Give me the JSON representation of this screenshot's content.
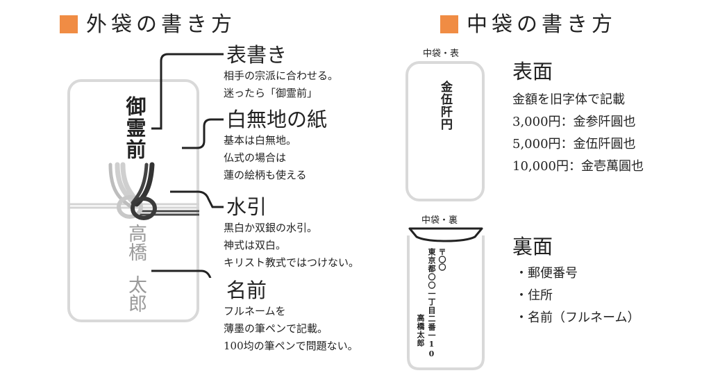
{
  "colors": {
    "accent": "#f08c44",
    "frame": "#d9d9d9",
    "ink": "#222222",
    "gray_name": "#9a9a9a"
  },
  "outer": {
    "heading": "外袋の書き方",
    "envelope": {
      "offering": "御霊前",
      "name_family": "高橋",
      "name_given": "太郎"
    },
    "callouts": [
      {
        "title": "表書き",
        "lines": [
          "相手の宗派に合わせる。",
          "迷ったら「御霊前」"
        ]
      },
      {
        "title": "白無地の紙",
        "lines": [
          "基本は白無地。",
          "仏式の場合は",
          "蓮の絵柄も使える"
        ]
      },
      {
        "title": "水引",
        "lines": [
          "黒白か双銀の水引。",
          "神式は双白。",
          "キリスト教式ではつけない。"
        ]
      },
      {
        "title": "名前",
        "lines": [
          "フルネームを",
          "薄墨の筆ペンで記載。",
          "100均の筆ペンで問題ない。"
        ]
      }
    ]
  },
  "inner": {
    "heading": "中袋の書き方",
    "front": {
      "caption": "中袋・表",
      "amount": "金伍阡円",
      "title": "表面",
      "lines": [
        "金額を旧字体で記載",
        "3,000円：金参阡圓也",
        "5,000円：金伍阡圓也",
        "10,000円：金壱萬圓也"
      ]
    },
    "back": {
      "caption": "中袋・裏",
      "postal": "〒〇〇",
      "address": "東京都〇〇一丁目二番一10",
      "name": "高橋太郎",
      "title": "裏面",
      "lines": [
        "・郵便番号",
        "・住所",
        "・名前（フルネーム）"
      ]
    }
  }
}
